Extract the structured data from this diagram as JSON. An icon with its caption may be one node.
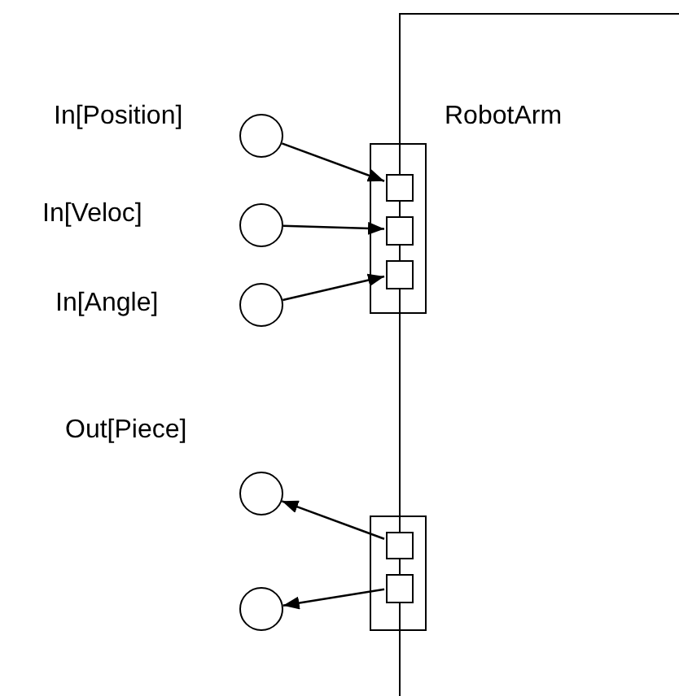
{
  "diagram": {
    "nodes": [
      {
        "text": [
          "RobotArm"
        ]
      },
      {
        "text": [],
        "shape": "circle",
        "beside": [
          "In[Position]"
        ]
      },
      {
        "text": [],
        "shape": "circle",
        "beside": [
          "In[Veloc]"
        ]
      },
      {
        "text": [],
        "shape": "circle",
        "beside": [
          "In[Angle]"
        ]
      },
      {
        "text": [],
        "shape": "box"
      },
      {
        "text": [],
        "shape": "box",
        "in": 4
      },
      {
        "text": [],
        "shape": "box",
        "in": 4
      },
      {
        "text": [],
        "shape": "box",
        "in": 4
      },
      {
        "text": [],
        "shape": "circle",
        "beside": [
          "Out[Piece]"
        ]
      },
      {
        "text": [],
        "shape": "circle"
      },
      {
        "text": [],
        "shape": "box"
      },
      {
        "text": [],
        "shape": "box",
        "in": 10
      },
      {
        "text": [],
        "shape": "box",
        "in": 10
      }
    ],
    "edges": [
      {
        "from": 1,
        "to": 5,
        "arrow": "to"
      },
      {
        "from": 2,
        "to": 6,
        "arrow": "to"
      },
      {
        "from": 3,
        "to": 7,
        "arrow": "to"
      },
      {
        "from": 11,
        "to": 8,
        "arrow": "to"
      },
      {
        "from": 12,
        "to": 9,
        "arrow": "to"
      }
    ]
  }
}
